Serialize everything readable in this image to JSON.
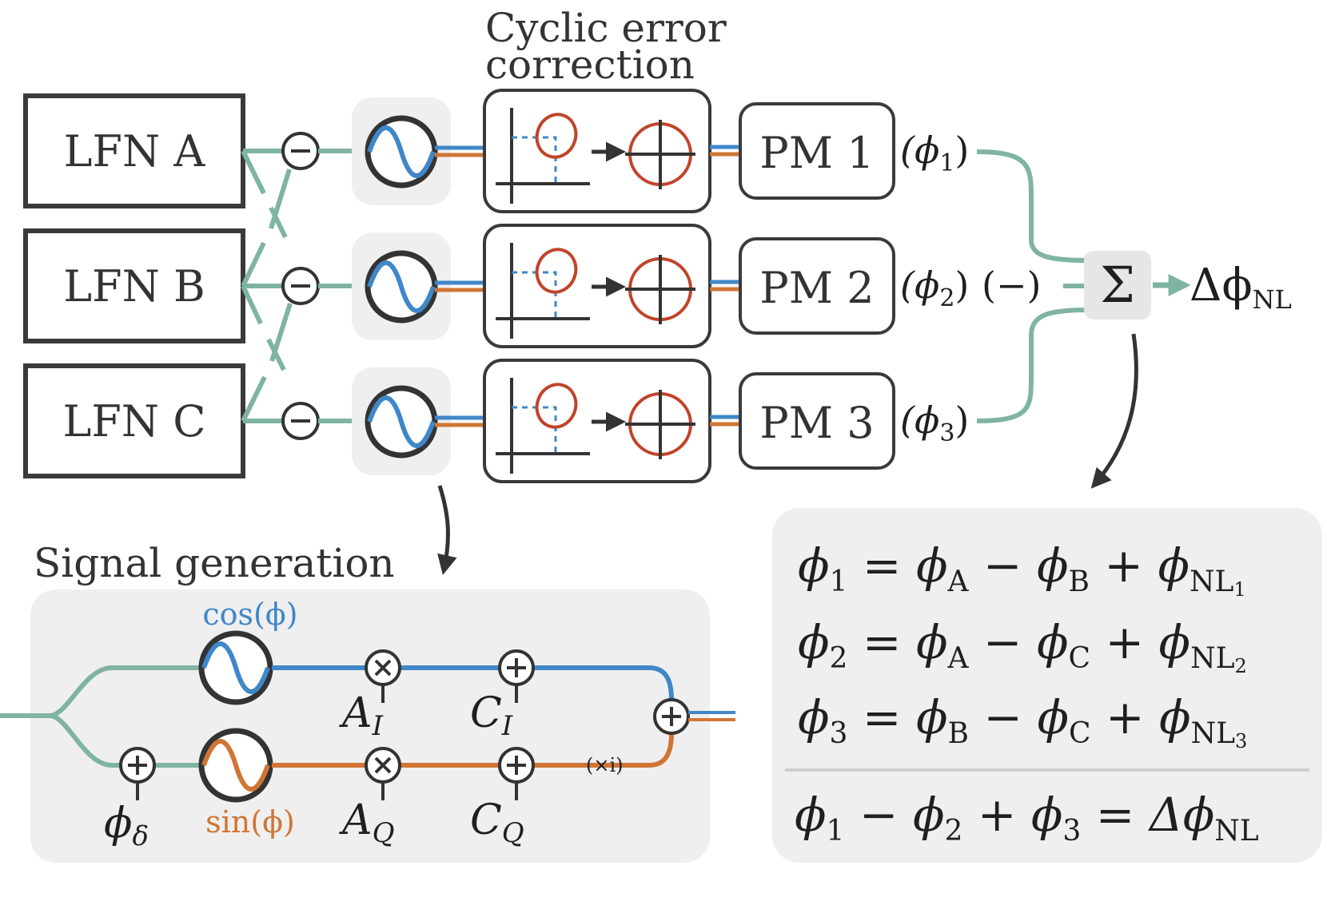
{
  "labels": {
    "cyclic_title_line1": "Cyclic error",
    "cyclic_title_line2": "correction",
    "signal_title": "Signal generation",
    "lfn": [
      "LFN A",
      "LFN B",
      "LFN C"
    ],
    "pm": [
      "PM 1",
      "PM 2",
      "PM 3"
    ],
    "phi_out": [
      "(ϕ",
      "(ϕ",
      "(ϕ"
    ],
    "phi_out_sub": [
      "1",
      "2",
      "3"
    ],
    "paren_close": ")",
    "minus_label": "(−)",
    "sum_symbol": "Σ",
    "delta_phi": "Δϕ",
    "delta_phi_sub": "NL",
    "cos_label": "cos(ϕ)",
    "sin_label": "sin(ϕ)",
    "times_i": "(×i)",
    "A_I": "A",
    "A_I_sub": "I",
    "A_Q": "A",
    "A_Q_sub": "Q",
    "C_I": "C",
    "C_I_sub": "I",
    "C_Q": "C",
    "C_Q_sub": "Q",
    "phi_delta": "ϕ",
    "phi_delta_sub": "δ"
  },
  "equations": [
    {
      "lhs": "ϕ",
      "lhs_sub": "1",
      "t1": "ϕ",
      "t1_sub": "A",
      "op1": "−",
      "t2": "ϕ",
      "t2_sub": "B",
      "op2": "+",
      "t3": "ϕ",
      "t3_sub": "NL",
      "t3_subsub": "1"
    },
    {
      "lhs": "ϕ",
      "lhs_sub": "2",
      "t1": "ϕ",
      "t1_sub": "A",
      "op1": "−",
      "t2": "ϕ",
      "t2_sub": "C",
      "op2": "+",
      "t3": "ϕ",
      "t3_sub": "NL",
      "t3_subsub": "2"
    },
    {
      "lhs": "ϕ",
      "lhs_sub": "3",
      "t1": "ϕ",
      "t1_sub": "B",
      "op1": "−",
      "t2": "ϕ",
      "t2_sub": "C",
      "op2": "+",
      "t3": "ϕ",
      "t3_sub": "NL",
      "t3_subsub": "3"
    }
  ],
  "summary_equation": {
    "a": "ϕ",
    "a_sub": "1",
    "op1": "−",
    "b": "ϕ",
    "b_sub": "2",
    "op2": "+",
    "c": "ϕ",
    "c_sub": "3",
    "eq": "=",
    "r": "Δϕ",
    "r_sub": "NL"
  },
  "colors": {
    "green": "#7fb4a2",
    "blue": "#3f87c9",
    "orange": "#d07535",
    "red_circle": "#c0442a",
    "dark": "#333333",
    "panel": "#efefef"
  }
}
